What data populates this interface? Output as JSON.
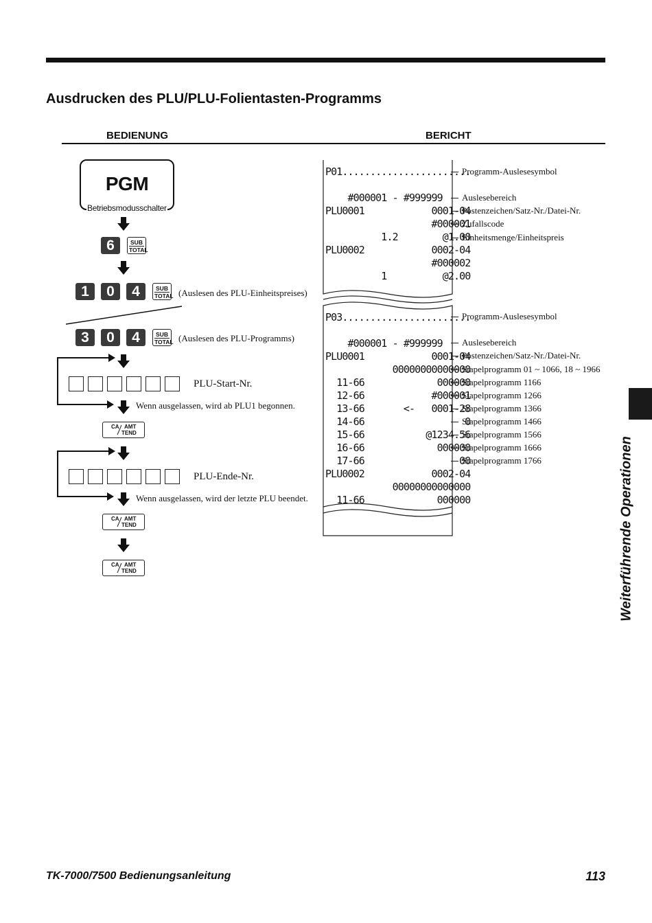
{
  "page": {
    "title": "Ausdrucken des PLU/PLU-Folientasten-Programms",
    "footer_left": "TK-7000/7500 Bedienungsanleitung",
    "page_number": "113",
    "side_tab": "Weiterführende Operationen"
  },
  "columns": {
    "operation": "BEDIENUNG",
    "report": "BERICHT"
  },
  "operation": {
    "mode_switch": {
      "label": "PGM",
      "caption": "Betriebsmodusschalter"
    },
    "keys": {
      "six": "6",
      "one": "1",
      "zero": "0",
      "four": "4",
      "three": "3",
      "subtotal_top": "SUB",
      "subtotal_bottom": "TOTAL",
      "ca_top": "CA",
      "ca_bottom": "AMT",
      "ca_bottom2": "TEND"
    },
    "note_unit_price": "(Auslesen des PLU-Einheitspreises)",
    "note_program": "(Auslesen des PLU-Programms)",
    "start_label": "PLU-Start-Nr.",
    "start_skip": "Wenn ausgelassen, wird ab PLU1 begonnen.",
    "end_label": "PLU-Ende-Nr.",
    "end_skip": "Wenn ausgelassen, wird der letzte PLU beendet."
  },
  "report": {
    "receipt1": [
      "P01.......................",
      "    #000001 - #999999",
      "PLU0001            0001-04",
      "                   #000001",
      "          1.2        @1.00",
      "PLU0002            0002-04",
      "                   #000002",
      "          1          @2.00"
    ],
    "receipt2": [
      "P03.......................",
      "    #000001 - #999999",
      "PLU0001            0001-04",
      "            00000000000000",
      "  11-66             000000",
      "  12-66            #000001",
      "  13-66       <-   0001-28",
      "  14-66                  0",
      "  15-66           @1234.56",
      "  16-66             000000",
      "  17-66                 00",
      "PLU0002            0002-04",
      "            00000000000000",
      "  11-66             000000"
    ],
    "labels1": [
      "Programm-Auslesesymbol",
      "Auslesebereich",
      "Postenzeichen/Satz-Nr./Datei-Nr.",
      "Zufallscode",
      "Einheitsmenge/Einheitspreis"
    ],
    "labels2": [
      "Programm-Auslesesymbol",
      "Auslesebereich",
      "Postenzeichen/Satz-Nr./Datei-Nr.",
      "Stapelprogramm 01 ~ 1066, 18 ~ 1966",
      "Stapelprogramm 1166",
      "Stapelprogramm 1266",
      "Stapelprogramm 1366",
      "Stapelprogramm 1466",
      "Stapelprogramm 1566",
      "Stapelprogramm 1666",
      "Stapelprogramm 1766"
    ]
  }
}
